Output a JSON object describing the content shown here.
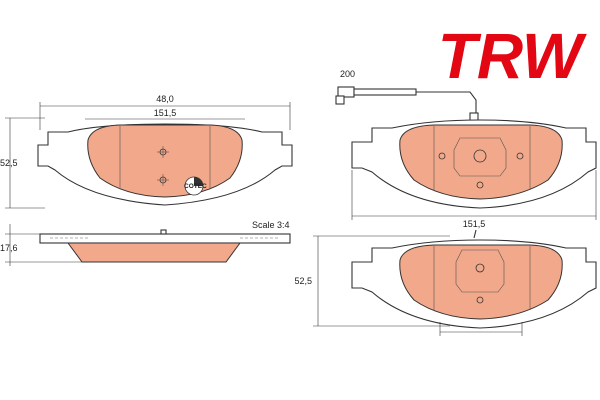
{
  "brand": {
    "logo_text": "TRW",
    "logo_color": "#e30613"
  },
  "badge": {
    "text": "COTEC"
  },
  "scale_label": "Scale 3:4",
  "dimensions": {
    "top_overall_width": "48,0",
    "top_pad_width": "151,5",
    "top_height": "52,5",
    "side_thickness": "17,6",
    "wire_length": "200",
    "right_top_width": "151,5",
    "right_bottom_height": "52,5"
  },
  "colors": {
    "pad_fill": "#f2a88a",
    "line": "#333333"
  }
}
